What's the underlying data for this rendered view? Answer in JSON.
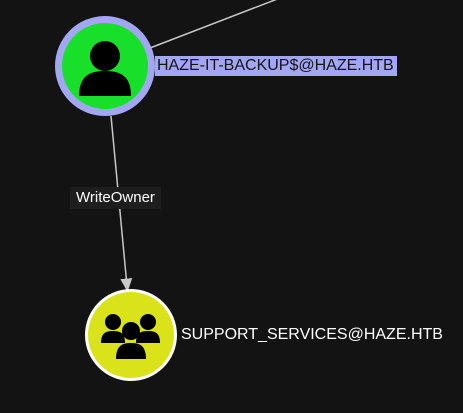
{
  "graph": {
    "nodes": {
      "user": {
        "label": "HAZE-IT-BACKUP$@HAZE.HTB",
        "kind": "user",
        "fill_color": "#18e02a",
        "ring_color": "#a3a7f3",
        "icon": "user-icon"
      },
      "group": {
        "label": "SUPPORT_SERVICES@HAZE.HTB",
        "kind": "group",
        "fill_color": "#dae31a",
        "ring_color": "#ffffff",
        "icon": "group-icon"
      }
    },
    "edges": {
      "write_owner": {
        "label": "WriteOwner",
        "from": "user",
        "to": "group"
      }
    }
  },
  "colors": {
    "background": "#131313",
    "edge": "#c8c8c8",
    "highlight": "#a3a7f3"
  }
}
